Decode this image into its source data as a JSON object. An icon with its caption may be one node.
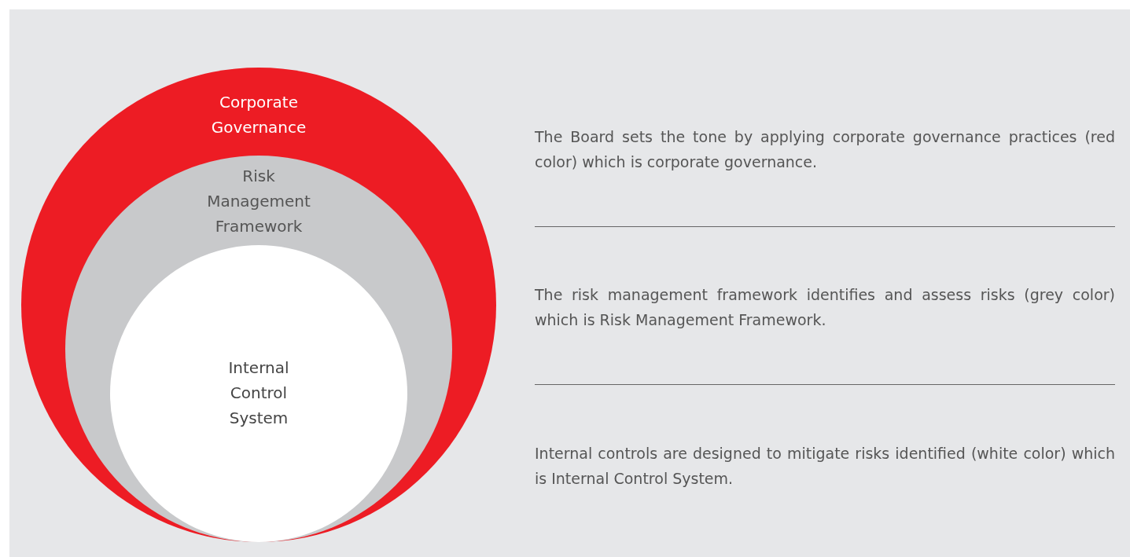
{
  "diagram": {
    "nodes": [
      {
        "text": [
          "Corporate Governance"
        ]
      },
      {
        "text": [
          "Risk Management Framework"
        ],
        "in": 0
      },
      {
        "text": [
          "Internal Control System"
        ],
        "in": 1
      }
    ],
    "labels": [
      "The Board sets the tone by applying corporate governance practices (red color) which is corporate governance.",
      "The risk management framework identifies and assess risks (grey color) which is Risk Management Framework.",
      "Internal controls are designed to mitigate risks identified (white color) which is Internal Control System."
    ]
  }
}
